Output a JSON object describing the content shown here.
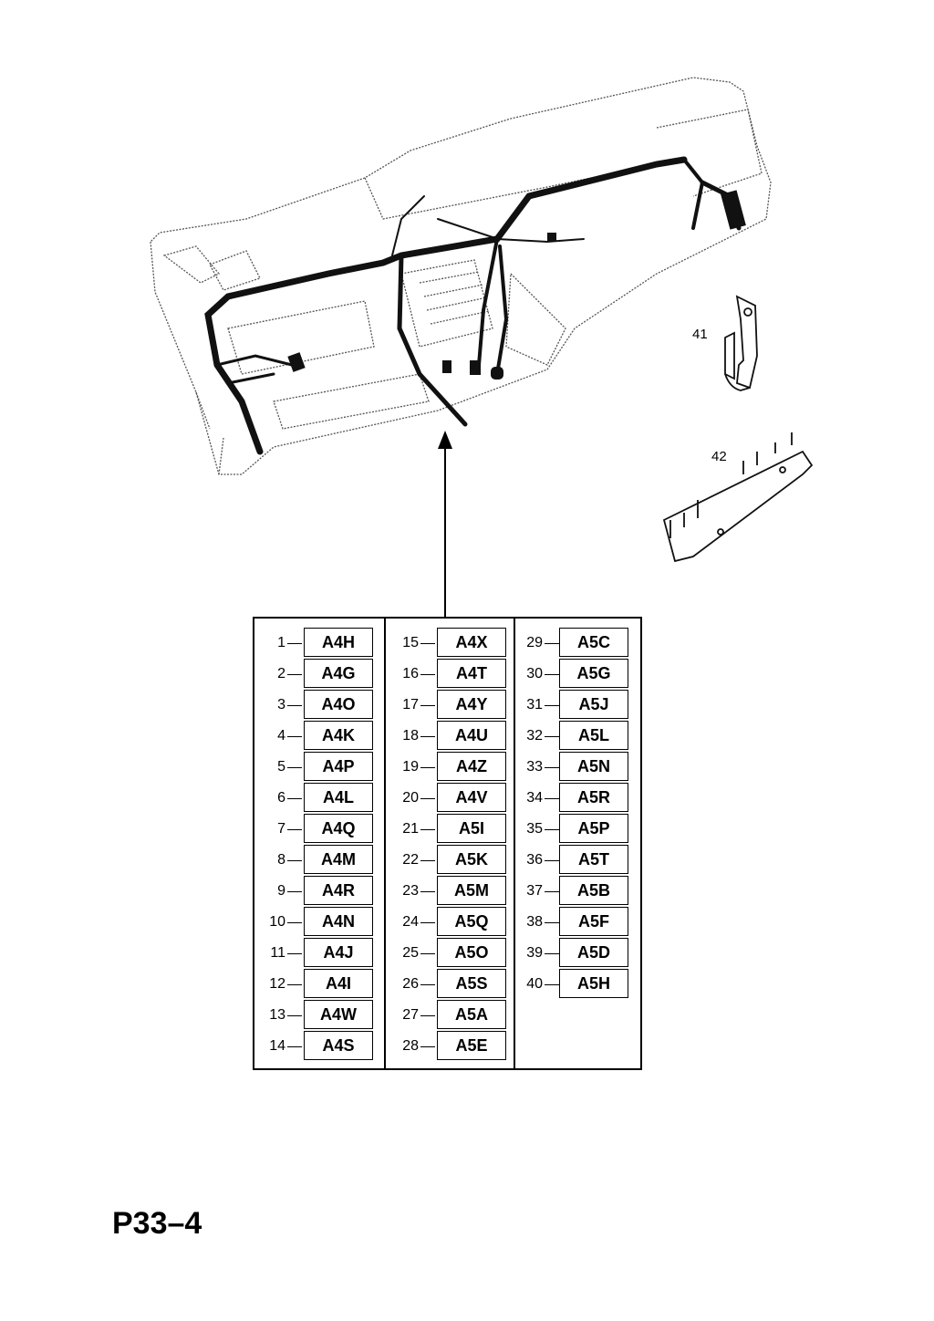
{
  "callouts": {
    "bracket": "41",
    "rail": "42"
  },
  "table": {
    "columns": [
      [
        {
          "num": "1",
          "code": "A4H"
        },
        {
          "num": "2",
          "code": "A4G"
        },
        {
          "num": "3",
          "code": "A4O"
        },
        {
          "num": "4",
          "code": "A4K"
        },
        {
          "num": "5",
          "code": "A4P"
        },
        {
          "num": "6",
          "code": "A4L"
        },
        {
          "num": "7",
          "code": "A4Q"
        },
        {
          "num": "8",
          "code": "A4M"
        },
        {
          "num": "9",
          "code": "A4R"
        },
        {
          "num": "10",
          "code": "A4N"
        },
        {
          "num": "11",
          "code": "A4J"
        },
        {
          "num": "12",
          "code": "A4I"
        },
        {
          "num": "13",
          "code": "A4W"
        },
        {
          "num": "14",
          "code": "A4S"
        }
      ],
      [
        {
          "num": "15",
          "code": "A4X"
        },
        {
          "num": "16",
          "code": "A4T"
        },
        {
          "num": "17",
          "code": "A4Y"
        },
        {
          "num": "18",
          "code": "A4U"
        },
        {
          "num": "19",
          "code": "A4Z"
        },
        {
          "num": "20",
          "code": "A4V"
        },
        {
          "num": "21",
          "code": "A5I"
        },
        {
          "num": "22",
          "code": "A5K"
        },
        {
          "num": "23",
          "code": "A5M"
        },
        {
          "num": "24",
          "code": "A5Q"
        },
        {
          "num": "25",
          "code": "A5O"
        },
        {
          "num": "26",
          "code": "A5S"
        },
        {
          "num": "27",
          "code": "A5A"
        },
        {
          "num": "28",
          "code": "A5E"
        }
      ],
      [
        {
          "num": "29",
          "code": "A5C"
        },
        {
          "num": "30",
          "code": "A5G"
        },
        {
          "num": "31",
          "code": "A5J"
        },
        {
          "num": "32",
          "code": "A5L"
        },
        {
          "num": "33",
          "code": "A5N"
        },
        {
          "num": "34",
          "code": "A5R"
        },
        {
          "num": "35",
          "code": "A5P"
        },
        {
          "num": "36",
          "code": "A5T"
        },
        {
          "num": "37",
          "code": "A5B"
        },
        {
          "num": "38",
          "code": "A5F"
        },
        {
          "num": "39",
          "code": "A5D"
        },
        {
          "num": "40",
          "code": "A5H"
        }
      ]
    ]
  },
  "page_label": "P33–4"
}
